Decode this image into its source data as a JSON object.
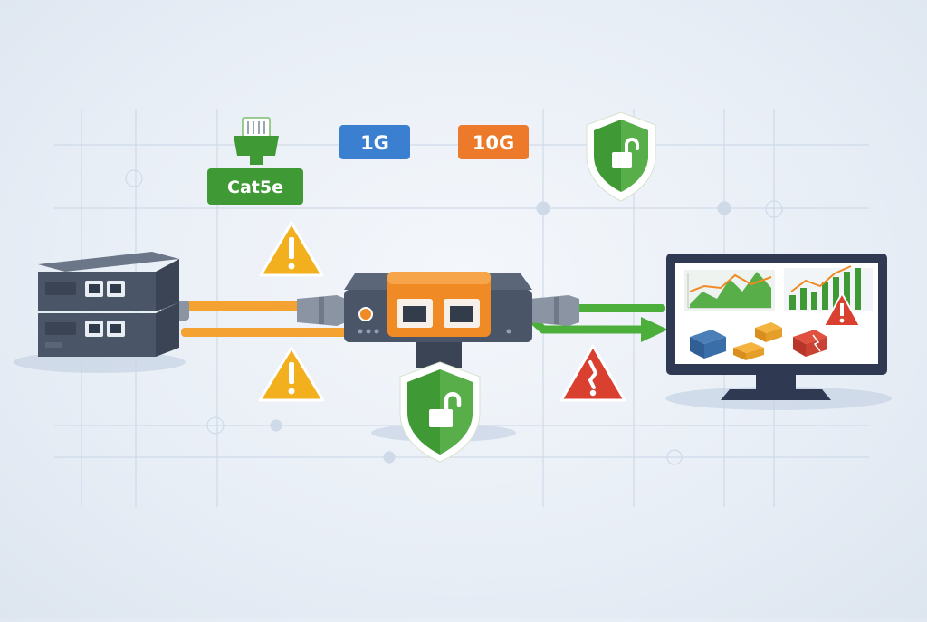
{
  "labels": {
    "cable_type": "Cat5e",
    "speed_low": "1G",
    "speed_high": "10G"
  },
  "colors": {
    "background": "#eaf0f7",
    "grid_line": "#c9d6e6",
    "device_dark": "#4a5568",
    "device_darker": "#3a4454",
    "accent_orange": "#f08a24",
    "cable_orange": "#f4a232",
    "cable_green": "#4caf3c",
    "shield_green": "#3f9a35",
    "warning_yellow": "#f2b01e",
    "alert_red": "#d94030",
    "badge_blue": "#3a7fd0",
    "badge_orange": "#ec7a2a",
    "badge_green": "#3f9a35",
    "monitor_frame": "#2f3a52"
  },
  "icons": {
    "server": "server-stack-icon",
    "switch": "network-switch-icon",
    "monitor": "monitor-dashboard-icon",
    "shield": "unlocked-shield-icon",
    "warning": "warning-triangle-icon",
    "alert": "alert-triangle-icon",
    "connector": "rj45-connector-icon"
  }
}
